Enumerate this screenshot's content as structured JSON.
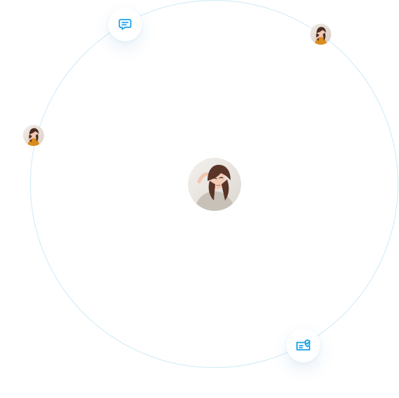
{
  "orbit": {
    "color": "#cdeaf7"
  },
  "icons": {
    "chat": {
      "name": "chat-icon",
      "color": "#1aa3e8"
    },
    "verified_document": {
      "name": "verified-document-icon",
      "color": "#1aa3e8"
    }
  },
  "avatars": [
    {
      "name": "top-right-avatar",
      "palette": "orange"
    },
    {
      "name": "left-avatar",
      "palette": "orange"
    },
    {
      "name": "center-avatar",
      "palette": "neutral"
    }
  ]
}
